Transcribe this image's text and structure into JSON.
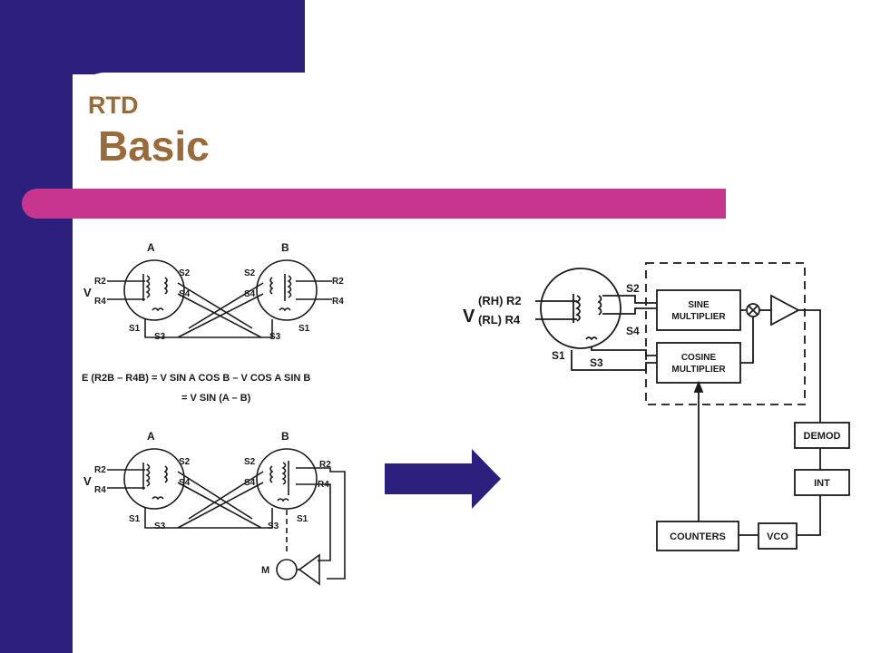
{
  "slide": {
    "pre_title": "RTD",
    "title": "Basic"
  },
  "left_diagram": {
    "top": {
      "label_a": "A",
      "label_b": "B",
      "v": "V",
      "r2_left": "R2",
      "r4_left": "R4",
      "s1_left": "S1",
      "s2_left": "S2",
      "s3_left": "S3",
      "s4_left": "S4",
      "s2_right": "S2",
      "s4_right": "S4",
      "s1_right": "S1",
      "s3_right": "S3",
      "r2_right": "R2",
      "r4_right": "R4"
    },
    "equation_line1": "E (R2B – R4B) = V SIN A COS B – V COS A SIN B",
    "equation_line2": "= V SIN (A – B)",
    "bottom": {
      "label_a": "A",
      "label_b": "B",
      "v": "V",
      "r2_left": "R2",
      "r4_left": "R4",
      "s1_left": "S1",
      "s2_left": "S2",
      "s3_left": "S3",
      "s4_left": "S4",
      "s2_right": "S2",
      "s4_right": "S4",
      "s1_right": "S1",
      "s3_right": "S3",
      "r2_right": "R2",
      "r4_right": "R4",
      "motor": "M"
    }
  },
  "arrow": {
    "color": "#2b1f7e"
  },
  "right_diagram": {
    "v": "V",
    "rh_r2": "(RH) R2",
    "rl_r4": "(RL) R4",
    "s1": "S1",
    "s2": "S2",
    "s3": "S3",
    "s4": "S4",
    "sine_line1": "SINE",
    "sine_line2": "MULTIPLIER",
    "cosine_line1": "COSINE",
    "cosine_line2": "MULTIPLIER",
    "demod": "DEMOD",
    "int": "INT",
    "counters": "COUNTERS",
    "vco": "VCO"
  }
}
